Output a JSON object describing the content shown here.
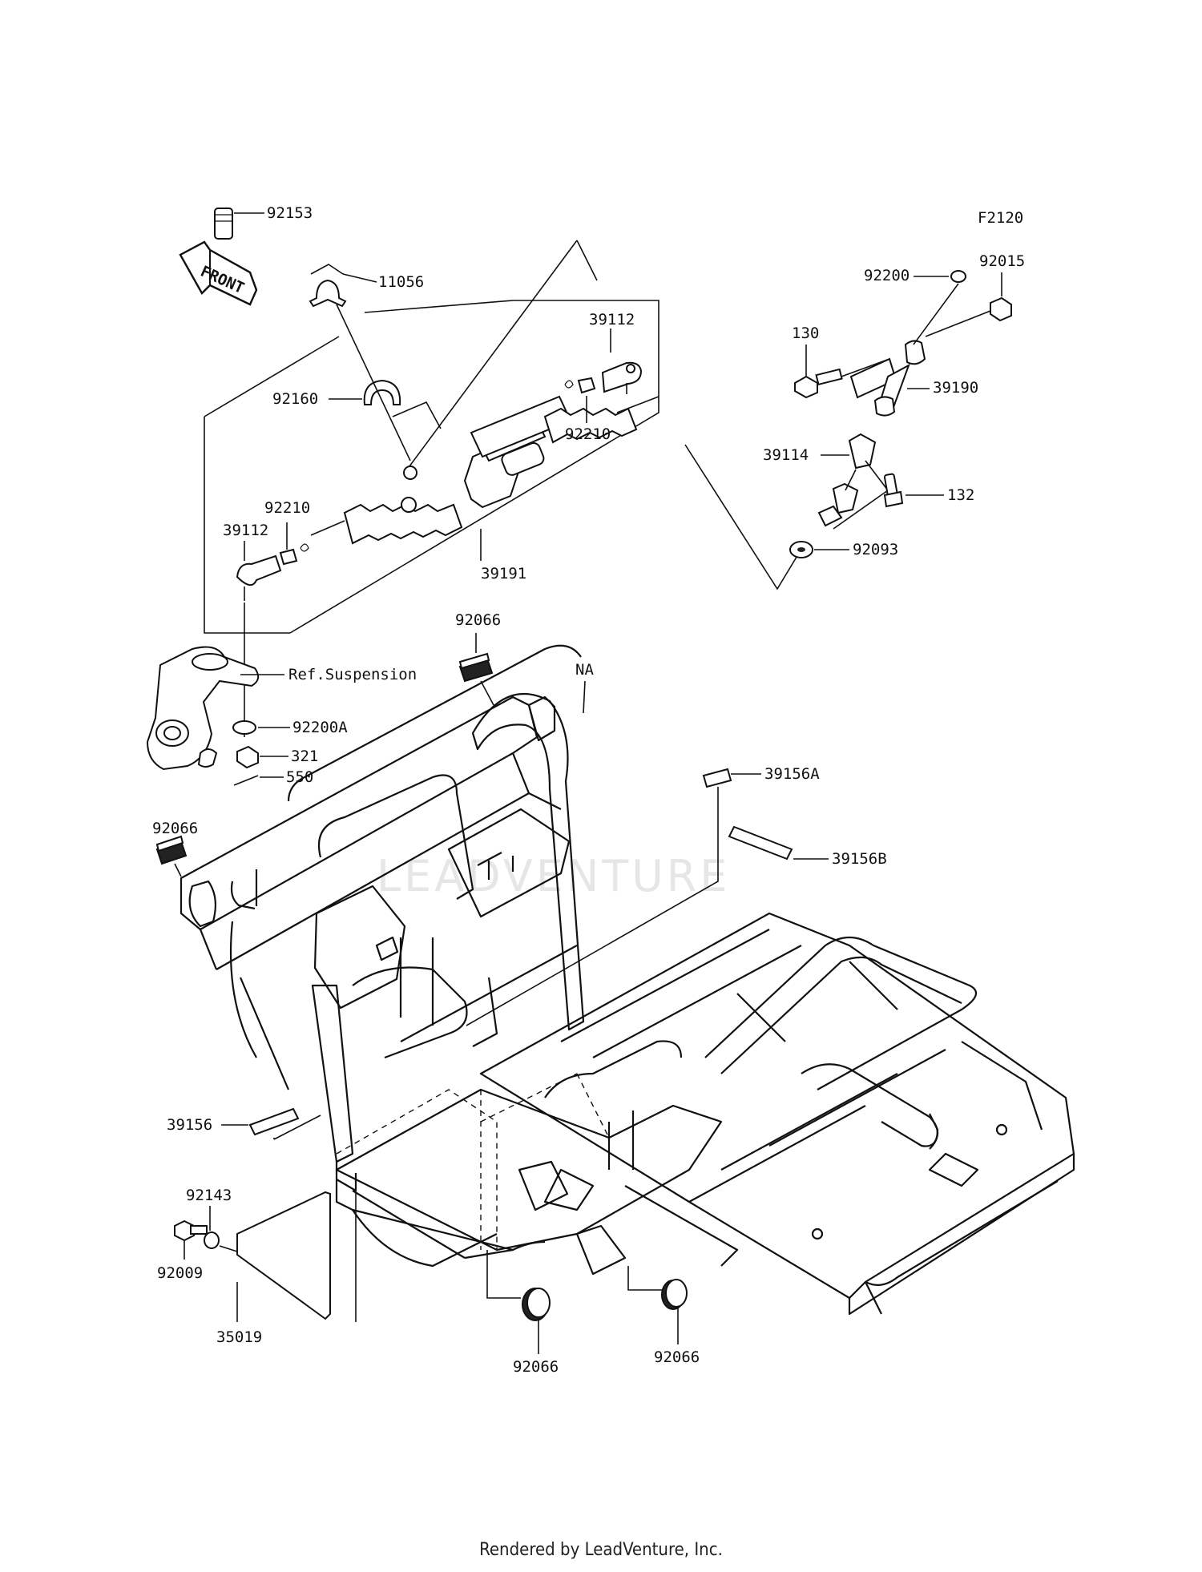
{
  "figure_code": "F2120",
  "front_arrow": "FRONT",
  "watermark": "LEADVENTURE",
  "footer": "Rendered by LeadVenture, Inc.",
  "labels": {
    "p92153": "92153",
    "p11056": "11056",
    "p92160": "92160",
    "p39112_top": "39112",
    "p92210_right": "92210",
    "p92210_left": "92210",
    "p39112_left": "39112",
    "p39191": "39191",
    "p92200": "92200",
    "p92015": "92015",
    "p130": "130",
    "p39190": "39190",
    "p39114": "39114",
    "p132": "132",
    "p92093": "92093",
    "p92066_top": "92066",
    "na": "NA",
    "ref_suspension": "Ref.Suspension",
    "p92200A": "92200A",
    "p321": "321",
    "p550": "550",
    "p92066_left": "92066",
    "p39156A": "39156A",
    "p39156B": "39156B",
    "p39156": "39156",
    "p92143": "92143",
    "p92009": "92009",
    "p35019": "35019",
    "p92066_bottom_left": "92066",
    "p92066_bottom_right": "92066"
  }
}
